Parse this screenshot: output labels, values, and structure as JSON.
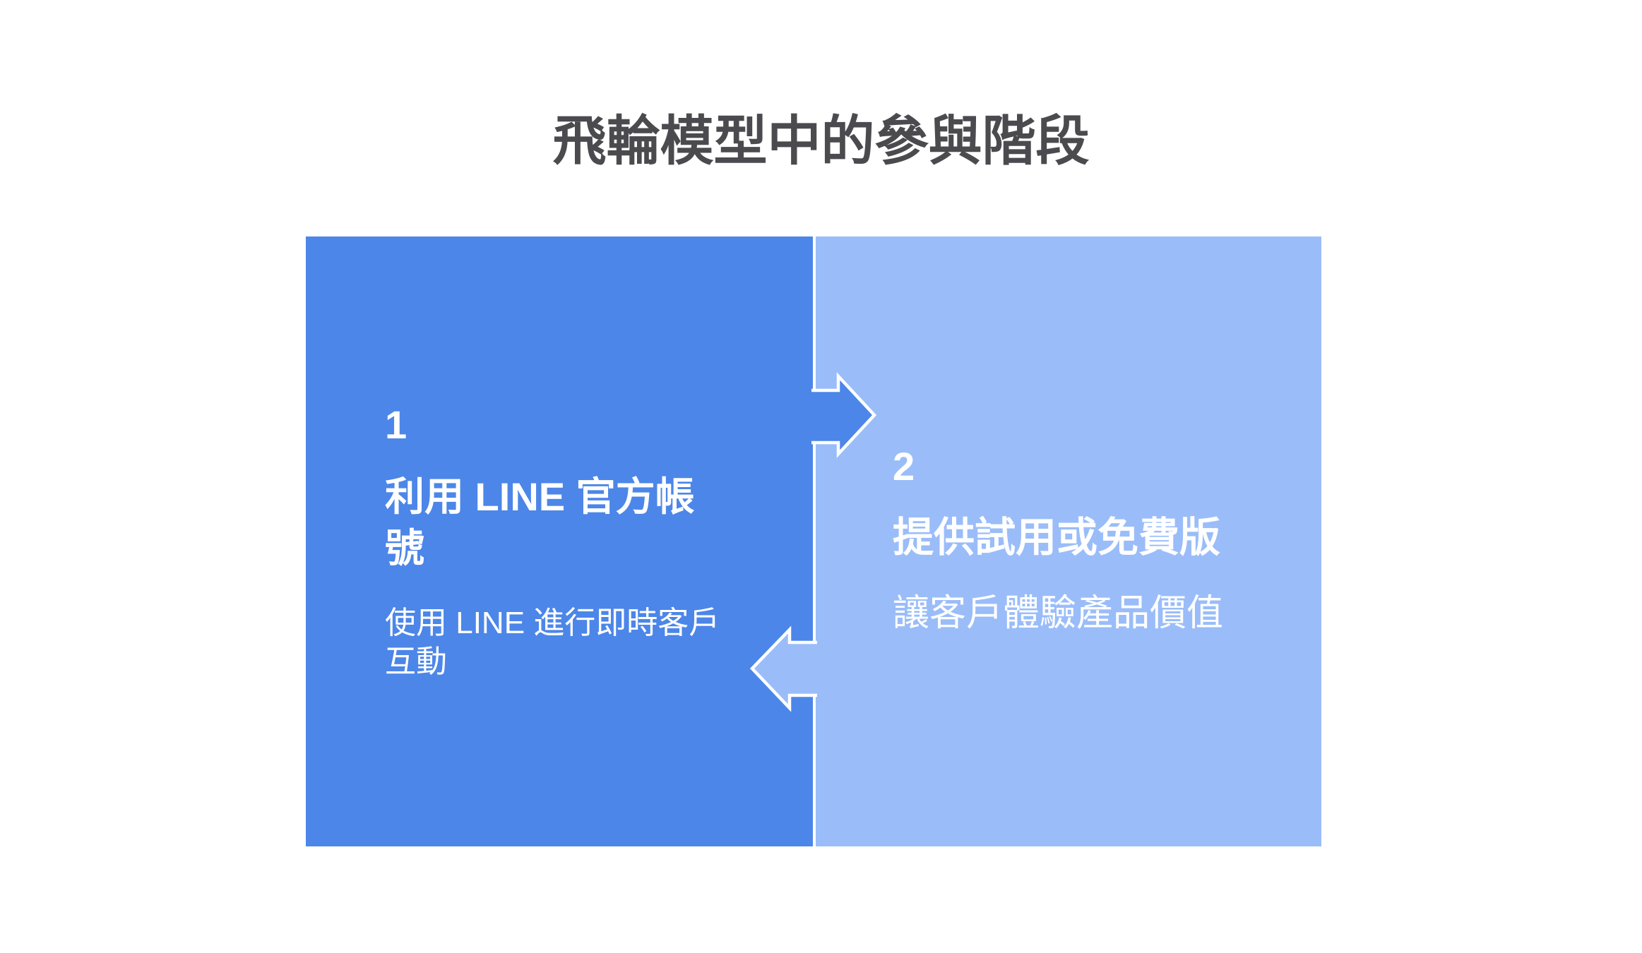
{
  "colors": {
    "background": "#ffffff",
    "primary": "#4c86e8",
    "secondary": "#9abdf9",
    "title-text": "#4b4b4f",
    "panel-text": "#ffffff",
    "arrow-outline": "#ffffff"
  },
  "title": "飛輪模型中的參與階段",
  "diagram": {
    "steps": [
      {
        "number": "1",
        "heading": "利用 LINE 官方帳\n號",
        "description": "使用 LINE 進行即時客戶\n互動"
      },
      {
        "number": "2",
        "heading": "提供試用或免費版",
        "description": "讓客戶體驗產品價值"
      }
    ],
    "arrows": [
      {
        "icon": "arrow-right-icon",
        "direction": "right"
      },
      {
        "icon": "arrow-left-icon",
        "direction": "left"
      }
    ]
  }
}
